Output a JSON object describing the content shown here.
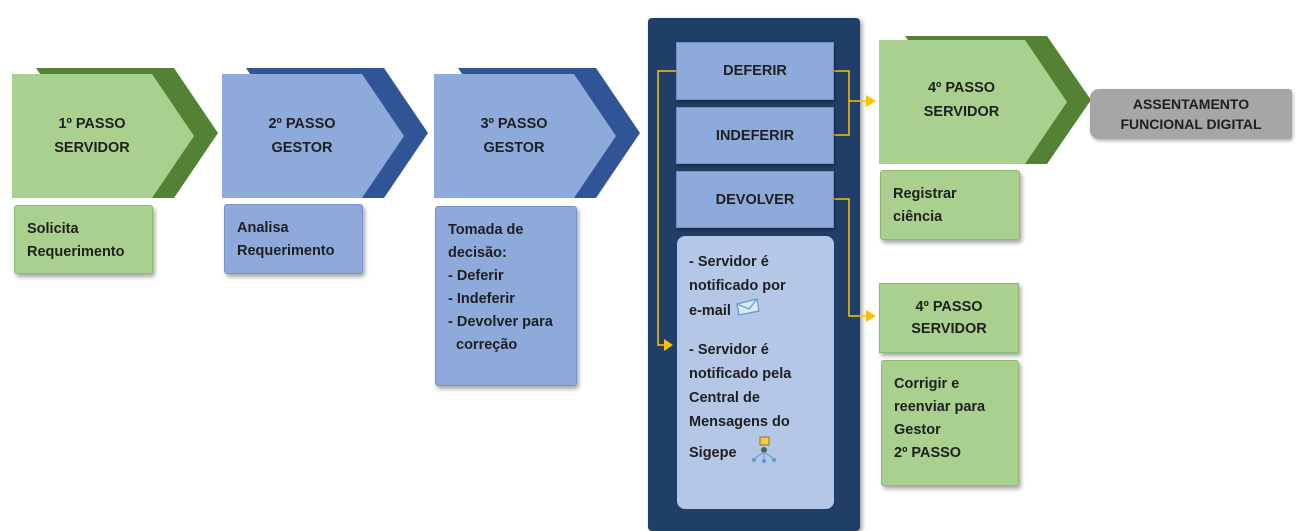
{
  "steps": [
    {
      "line1": "1º PASSO",
      "line2": "SERVIDOR",
      "note": [
        "Solicita",
        "Requerimento"
      ]
    },
    {
      "line1": "2º PASSO",
      "line2": "GESTOR",
      "note": [
        "Analisa",
        "Requerimento"
      ]
    },
    {
      "line1": "3º PASSO",
      "line2": "GESTOR",
      "note": [
        "Tomada de",
        "decisão:",
        "- Deferir",
        "- Indeferir",
        "- Devolver para",
        "correção"
      ]
    }
  ],
  "decision": {
    "deferir": "DEFERIR",
    "indeferir": "INDEFERIR",
    "devolver": "DEVOLVER",
    "notify_email": [
      "- Servidor é",
      "notificado por",
      "e-mail"
    ],
    "notify_central": [
      "- Servidor é",
      "notificado pela",
      "Central de",
      "Mensagens do",
      "Sigepe"
    ]
  },
  "step4_accept": {
    "line1": "4º PASSO",
    "line2": "SERVIDOR",
    "note": [
      "Registrar",
      "ciência"
    ]
  },
  "step4_return": {
    "line1": "4º PASSO",
    "line2": "SERVIDOR",
    "note": [
      "Corrigir e",
      "reenviar para",
      "Gestor",
      "2º PASSO"
    ]
  },
  "final": {
    "line1": "ASSENTAMENTO",
    "line2": "FUNCIONAL DIGITAL"
  },
  "colors": {
    "green": "#a9d08e",
    "green_dark": "#548235",
    "blue": "#8eaadb",
    "blue_dark": "#2f5597",
    "navy": "#1f3f68",
    "arrow": "#ffc000",
    "gray": "#a6a6a6"
  },
  "icons": {
    "email": "envelope-icon",
    "central": "network-message-icon"
  }
}
